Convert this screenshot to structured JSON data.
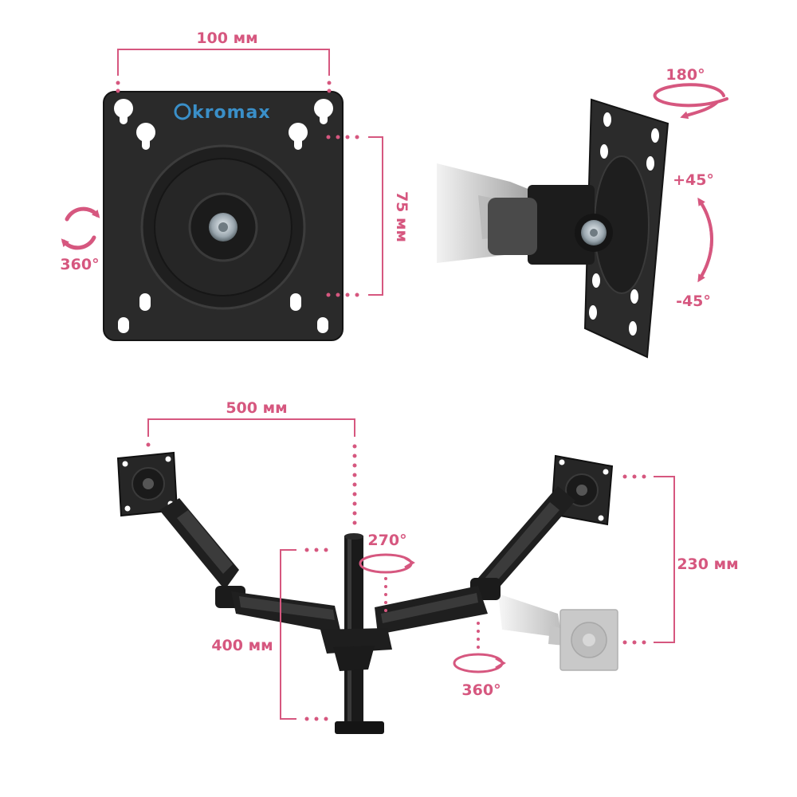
{
  "brand": {
    "name": "kromax"
  },
  "colors": {
    "accent": "#d6577f",
    "metal": "#2a2a2a",
    "metal_dark": "#141414",
    "brand": "#3a8fc8",
    "background": "#ffffff"
  },
  "labels": {
    "plate_width": "100 мм",
    "plate_height": "75 мм",
    "plate_rotation": "360°",
    "swivel": "180°",
    "tilt_up": "+45°",
    "tilt_down": "-45°",
    "arm_span": "500 мм",
    "pole_rotation": "270°",
    "pole_height": "400 мм",
    "height_travel": "230 мм",
    "joint_rotation": "360°"
  },
  "icons": [
    "rotate-icon",
    "swivel-arrow-icon",
    "tilt-arrow-icon",
    "rotation-ellipse-icon"
  ]
}
